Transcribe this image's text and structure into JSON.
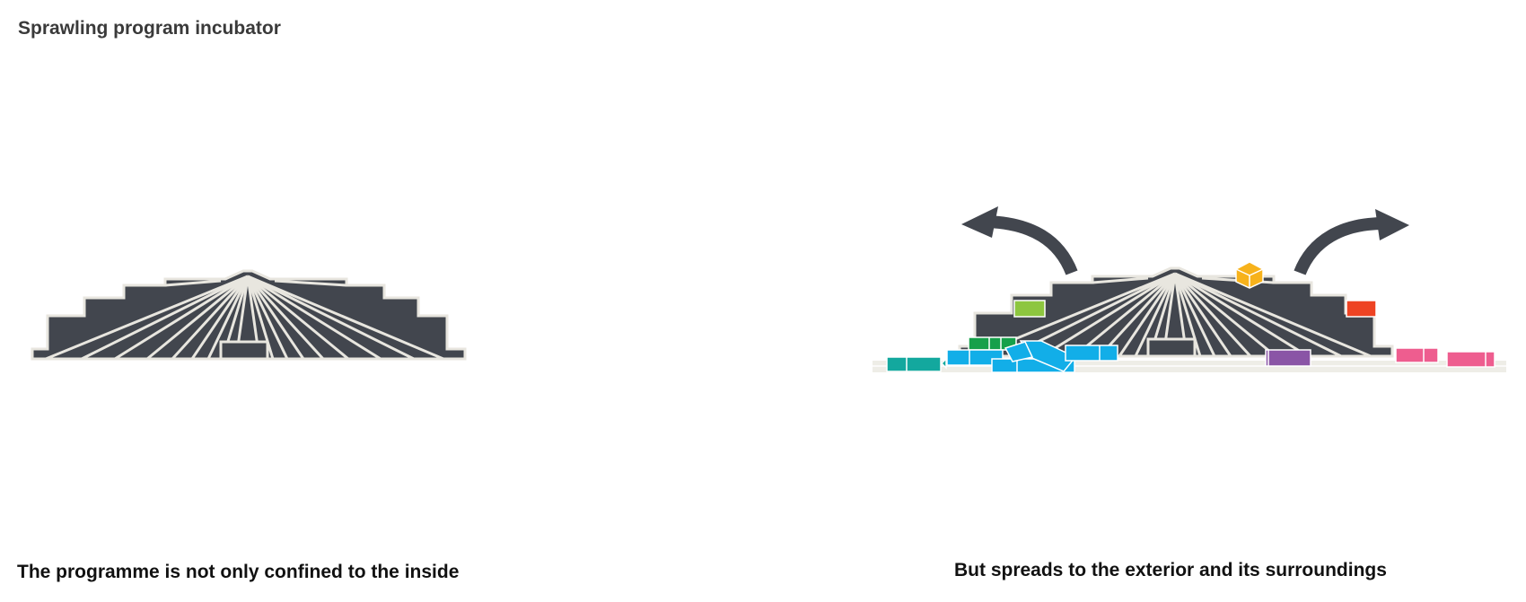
{
  "title": "Sprawling program incubator",
  "panels": {
    "left": {
      "caption": "The programme is not only confined to the inside"
    },
    "right": {
      "caption": "But spreads to the exterior and its surroundings"
    }
  },
  "colors": {
    "building": "#42464e",
    "outline": "#e8e6df",
    "arrow": "#42464e",
    "programs": {
      "teal": "#13a89e",
      "green_dark": "#16a04a",
      "cyan": "#12aee8",
      "lime": "#8dc63f",
      "orange": "#f7b21b",
      "red": "#ee4323",
      "purple": "#8a55a6",
      "pink": "#ee5d8f"
    }
  }
}
